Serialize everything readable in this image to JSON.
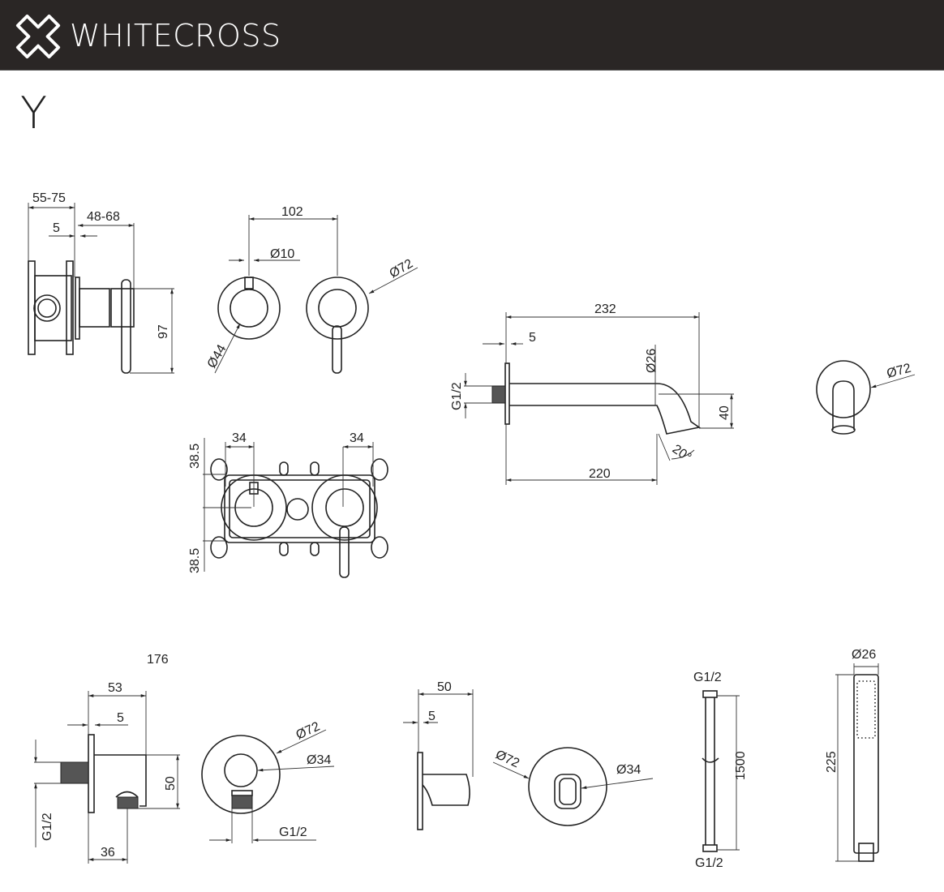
{
  "header": {
    "brand": "WHITECROSS",
    "logo_icon": "cross-logo-icon",
    "background": "#2a2625"
  },
  "model": "Y",
  "valve_side": {
    "overall": "55-75",
    "projection": "48-68",
    "plate": "5",
    "height": "97"
  },
  "valve_front": {
    "spacing": "102",
    "pin": "Ø10",
    "inner": "Ø44",
    "outer": "Ø72"
  },
  "valve_box": {
    "left_offset": "34",
    "right_offset": "34",
    "top": "38.5",
    "bottom": "38.5"
  },
  "spout_side": {
    "length": "232",
    "plate": "5",
    "thread": "G1/2",
    "pipe": "Ø26",
    "drop": "40",
    "angle": "20°",
    "reach": "220"
  },
  "spout_front": {
    "plate": "Ø72"
  },
  "elbow_side": {
    "total": "176",
    "depth": "53",
    "plate": "5",
    "height": "50",
    "outlet": "36",
    "thread": "G1/2"
  },
  "elbow_front": {
    "plate": "Ø72",
    "body": "Ø34",
    "thread": "G1/2"
  },
  "holder_side": {
    "depth": "50",
    "plate": "5"
  },
  "holder_front": {
    "plate": "Ø72",
    "body": "Ø34"
  },
  "hose": {
    "top_thread": "G1/2",
    "length": "1500",
    "bottom_thread": "G1/2"
  },
  "hand_shower": {
    "diameter": "Ø26",
    "length": "225"
  }
}
